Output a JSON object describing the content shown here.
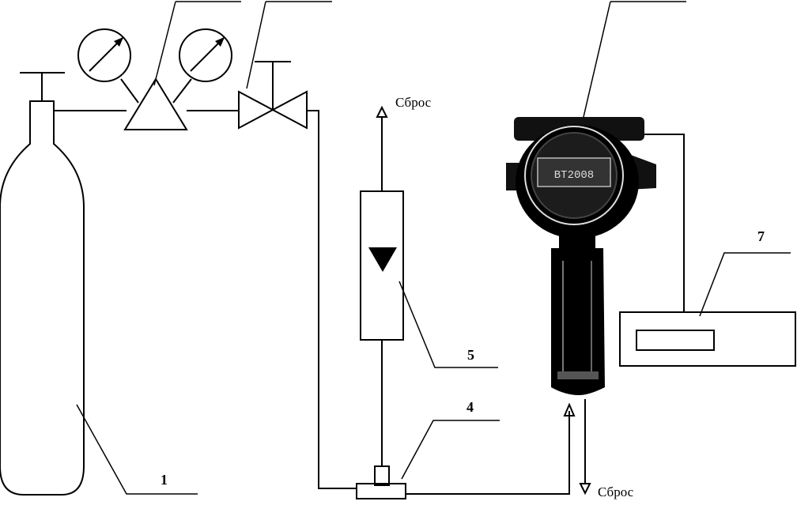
{
  "labels": {
    "l1": "1",
    "l4": "4",
    "l5": "5",
    "l7": "7"
  },
  "outlets": {
    "top": "Сброс",
    "bottom": "Сброс"
  },
  "detector": {
    "display_text": "BT2008"
  }
}
